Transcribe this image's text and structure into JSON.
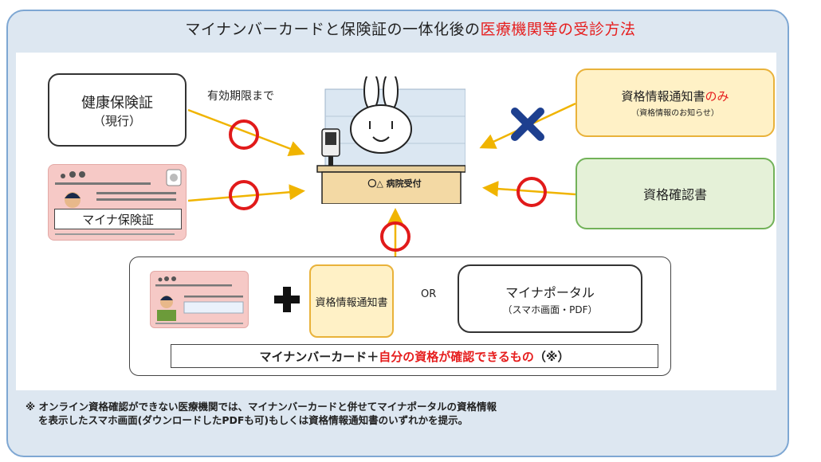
{
  "title": {
    "prefix": "マイナンバーカードと保険証の一体化後の",
    "highlight": "医療機関等の受診方法"
  },
  "kenko": {
    "line1": "健康保険証",
    "line2": "（現行）"
  },
  "kigen_note": "有効期限まで",
  "mycard_label": "マイナ保険証",
  "reception": {
    "sign": "〇△ 病院受付"
  },
  "tsuchi_only": {
    "main": "資格情報通知書",
    "highlight": "のみ",
    "sub": "（資格情報のお知らせ）"
  },
  "kakunin": "資格確認書",
  "bottom": {
    "tsuchi": "資格情報通知書",
    "or": "OR",
    "portal": {
      "line1": "マイナポータル",
      "line2": "（スマホ画面・PDF）"
    },
    "formula": {
      "prefix": "マイナンバーカード＋",
      "highlight": "自分の資格が確認できるもの",
      "suffix": "（※）"
    }
  },
  "footnote": {
    "line1": "※  オンライン資格確認ができない医療機関では、マイナンバーカードと併せてマイナポータルの資格情報",
    "line2": "を表示したスマホ画面(ダウンロードしたPDFも可)もしくは資格情報通知書のいずれかを提示。"
  },
  "colors": {
    "accent_red": "#e61e1e",
    "yellow_box": "#fff1c6",
    "green_box": "#e5f1d8",
    "frame": "#7ea7d3",
    "arrow": "#f0b400",
    "cross": "#1d3f8f"
  },
  "icons": [
    "rabbit-mascot-icon",
    "card-reader-icon",
    "cross-mark-icon",
    "plus-icon",
    "ok-circle-icon"
  ]
}
